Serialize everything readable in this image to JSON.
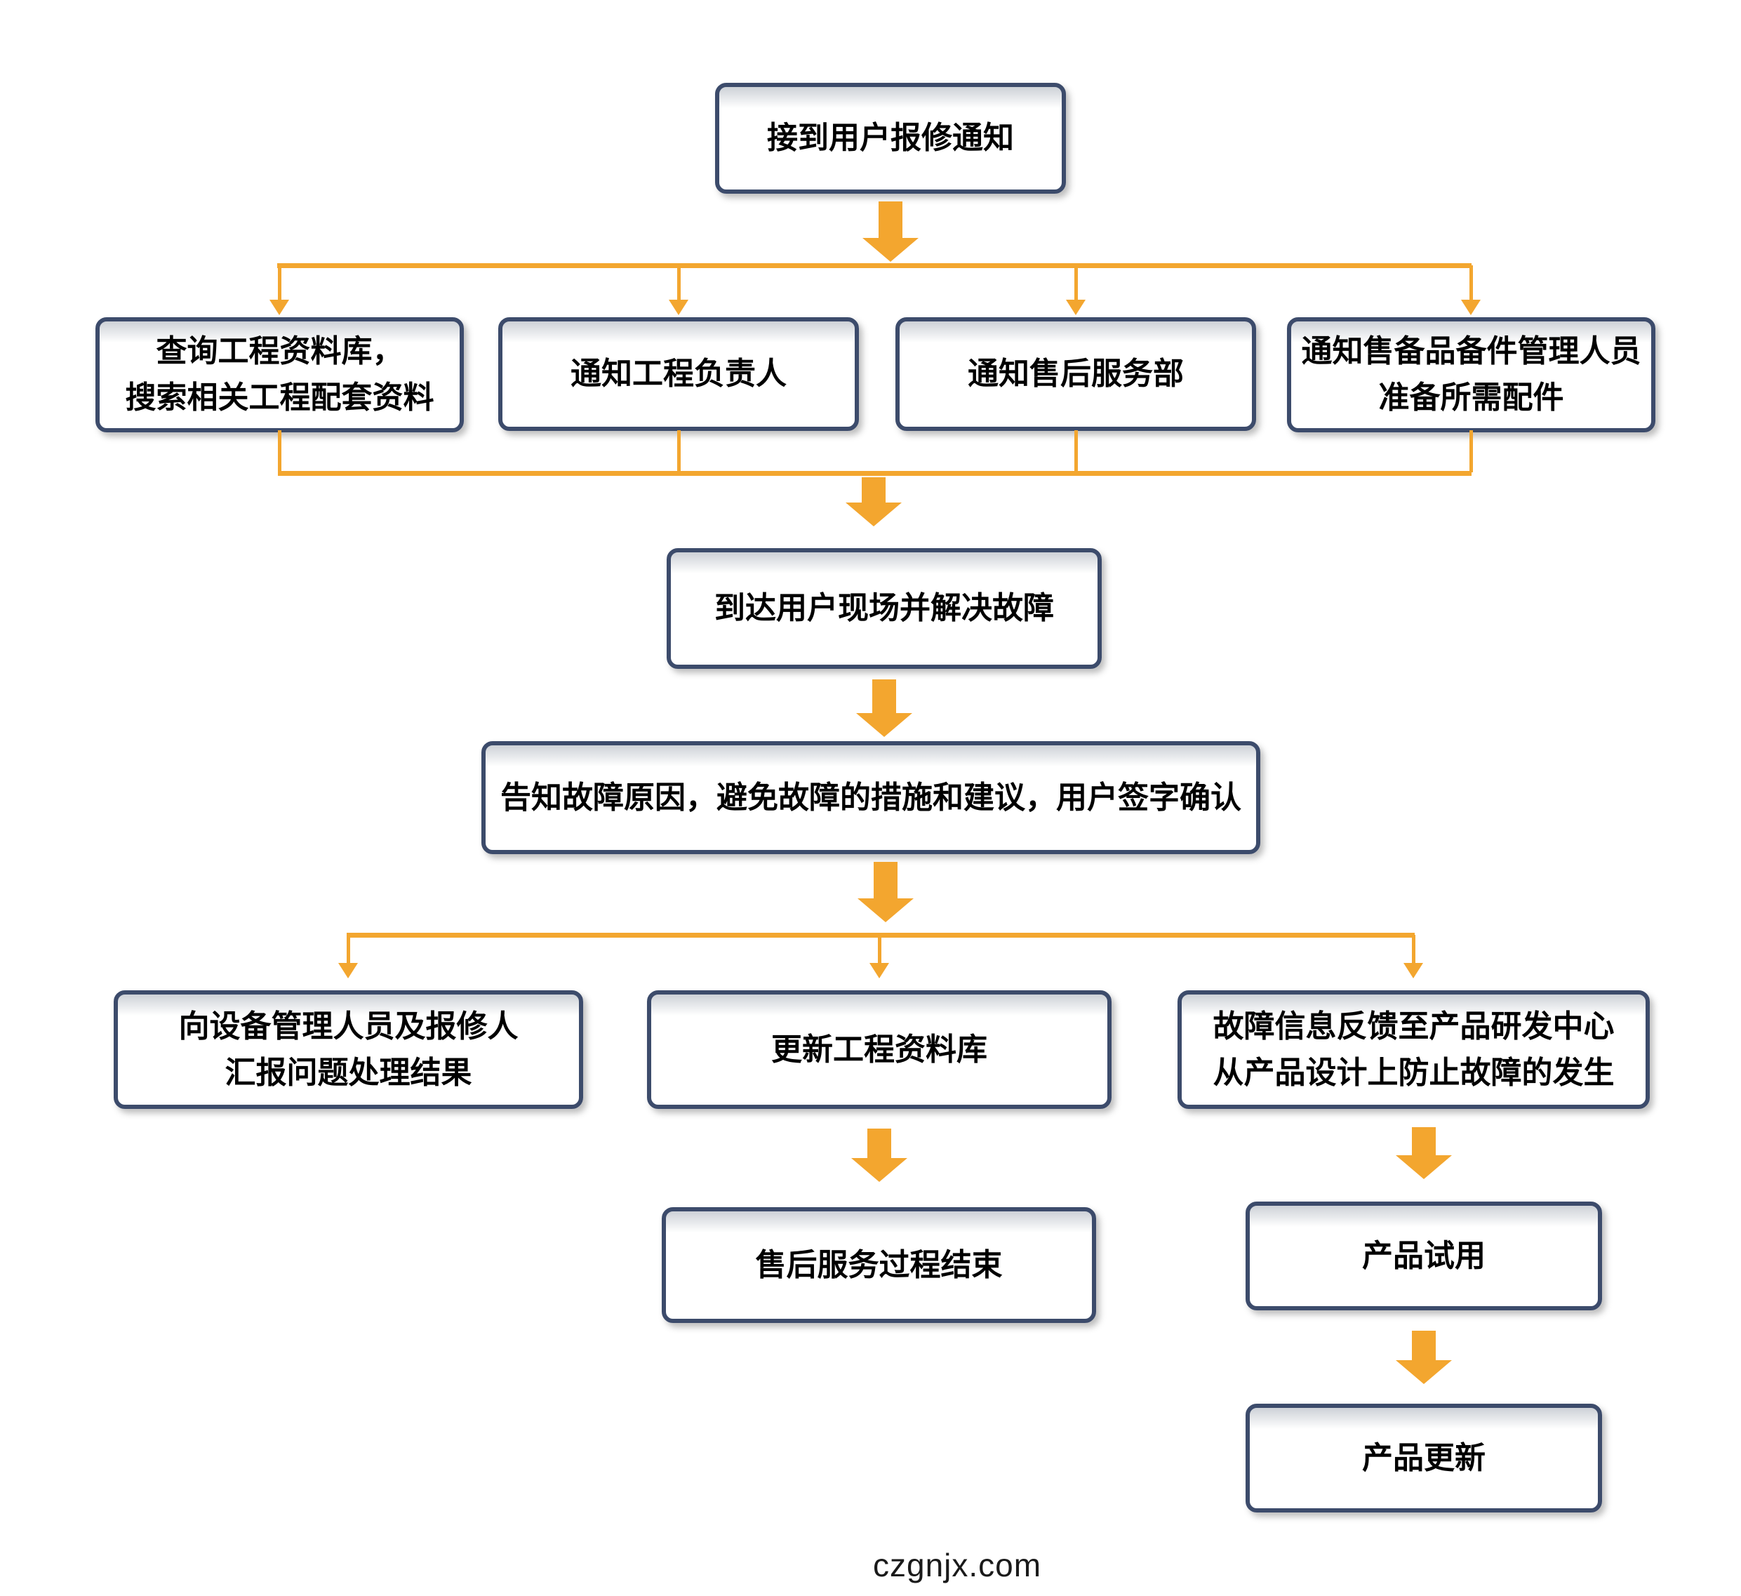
{
  "diagram": {
    "type": "flowchart",
    "direction": "top-down",
    "watermark": "czgnjx.com"
  },
  "colors": {
    "background": "#ffffff",
    "node_border": "#3C4B6B",
    "node_fill": "#ffffff",
    "node_top_sheen": "#cdd1d7",
    "connector": "#F3A62F",
    "text": "#000000"
  },
  "nodes": {
    "receive_notice": {
      "text": "接到用户报修通知"
    },
    "query_archive": {
      "text": "查询工程资料库，\n搜索相关工程配套资料"
    },
    "notify_engineer": {
      "text": "通知工程负责人"
    },
    "notify_aftersales": {
      "text": "通知售后服务部"
    },
    "notify_parts": {
      "text": "通知售备品备件管理人员\n准备所需配件"
    },
    "arrive_site": {
      "text": "到达用户现场并解决故障"
    },
    "inform_cause": {
      "text": "告知故障原因，避免故障的措施和建议，用户签字确认"
    },
    "report_result": {
      "text": "向设备管理人员及报修人\n汇报问题处理结果"
    },
    "update_archive": {
      "text": "更新工程资料库"
    },
    "feedback_rd": {
      "text": "故障信息反馈至产品研发中心\n从产品设计上防止故障的发生"
    },
    "service_end": {
      "text": "售后服务过程结束"
    },
    "product_trial": {
      "text": "产品试用"
    },
    "product_update": {
      "text": "产品更新"
    }
  },
  "edges": [
    {
      "from": "receive_notice",
      "to": "query_archive"
    },
    {
      "from": "receive_notice",
      "to": "notify_engineer"
    },
    {
      "from": "receive_notice",
      "to": "notify_aftersales"
    },
    {
      "from": "receive_notice",
      "to": "notify_parts"
    },
    {
      "from": "query_archive",
      "to": "arrive_site"
    },
    {
      "from": "notify_engineer",
      "to": "arrive_site"
    },
    {
      "from": "notify_aftersales",
      "to": "arrive_site"
    },
    {
      "from": "notify_parts",
      "to": "arrive_site"
    },
    {
      "from": "arrive_site",
      "to": "inform_cause"
    },
    {
      "from": "inform_cause",
      "to": "report_result"
    },
    {
      "from": "inform_cause",
      "to": "update_archive"
    },
    {
      "from": "inform_cause",
      "to": "feedback_rd"
    },
    {
      "from": "update_archive",
      "to": "service_end"
    },
    {
      "from": "feedback_rd",
      "to": "product_trial"
    },
    {
      "from": "product_trial",
      "to": "product_update"
    }
  ]
}
